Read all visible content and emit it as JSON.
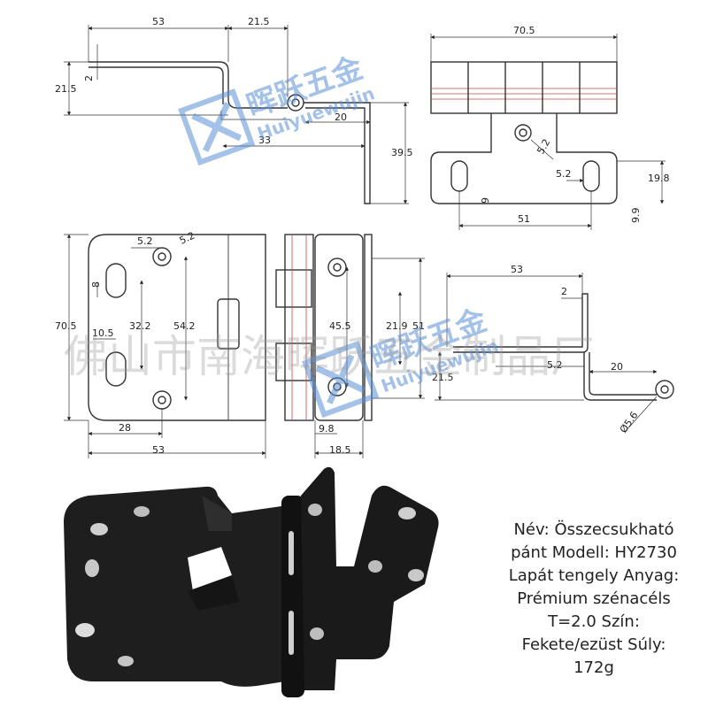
{
  "dims": {
    "top_left": [
      "53",
      "21.5",
      "2",
      "21.5",
      "20",
      "33",
      "39.5"
    ],
    "top_right": [
      "70.5",
      "5.2",
      "5.2",
      "19.8",
      "9",
      "51",
      "9.9"
    ],
    "front": [
      "5.2",
      "5.2",
      "8",
      "32.2",
      "54.2",
      "10.5",
      "70.5",
      "28",
      "53",
      "45.5",
      "21.9",
      "51",
      "9.8",
      "18.5"
    ],
    "side": [
      "53",
      "2",
      "5.2",
      "21.5",
      "20",
      "Ø5.6"
    ]
  },
  "watermark": {
    "brand_cn": "晖跃五金",
    "brand_en": "Huiyuewujin",
    "factory": "佛山市南海晖跃五金制品厂",
    "bottom": "iyue"
  },
  "spec_lines": [
    "Név: Összecsukható",
    "pánt Modell: HY2730",
    "Lapát tengely Anyag:",
    "Prémium szénacéls",
    "T=2.0 Szín:",
    "Fekete/ezüst Súly:",
    "172g"
  ],
  "colors": {
    "line": "#333333",
    "watermark_blue": "#5b8fd6",
    "hinge_black": "#1c1c1c"
  }
}
